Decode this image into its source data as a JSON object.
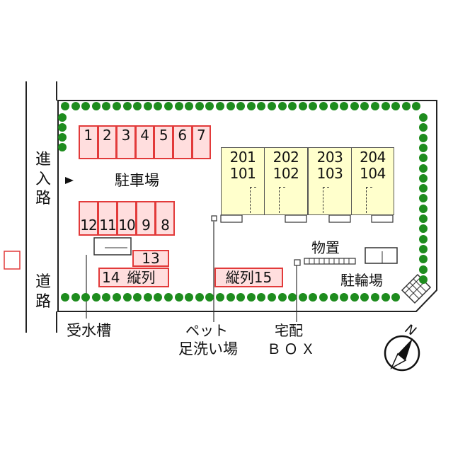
{
  "parking": {
    "top_spots": [
      "1",
      "2",
      "3",
      "4",
      "5",
      "6",
      "7"
    ],
    "bottom_spots": [
      "12",
      "11",
      "10",
      "9",
      "8"
    ],
    "spot_13": "13",
    "row_14": "14",
    "tandem_label_left": "縦列",
    "tandem_label_right": "縦列",
    "spot_15": "15",
    "lot_label": "駐車場"
  },
  "building": {
    "units": [
      {
        "upper": "201",
        "lower": "101"
      },
      {
        "upper": "202",
        "lower": "102"
      },
      {
        "upper": "203",
        "lower": "103"
      },
      {
        "upper": "204",
        "lower": "104"
      }
    ]
  },
  "labels": {
    "entrance_road": "進入路",
    "road": "道路",
    "storage": "物置",
    "bicycle_parking": "駐輪場",
    "water_tank": "受水槽",
    "pet_wash_line1": "ペット",
    "pet_wash_line2": "足洗い場",
    "delivery_box_line1": "宅配",
    "delivery_box_line2": "ＢＯＸ",
    "compass_letter": "N"
  },
  "colors": {
    "tree": "#1e8c1e",
    "parking_border": "#e23a3a",
    "parking_fill": "#ffdede",
    "building_fill": "#ffffcc"
  }
}
